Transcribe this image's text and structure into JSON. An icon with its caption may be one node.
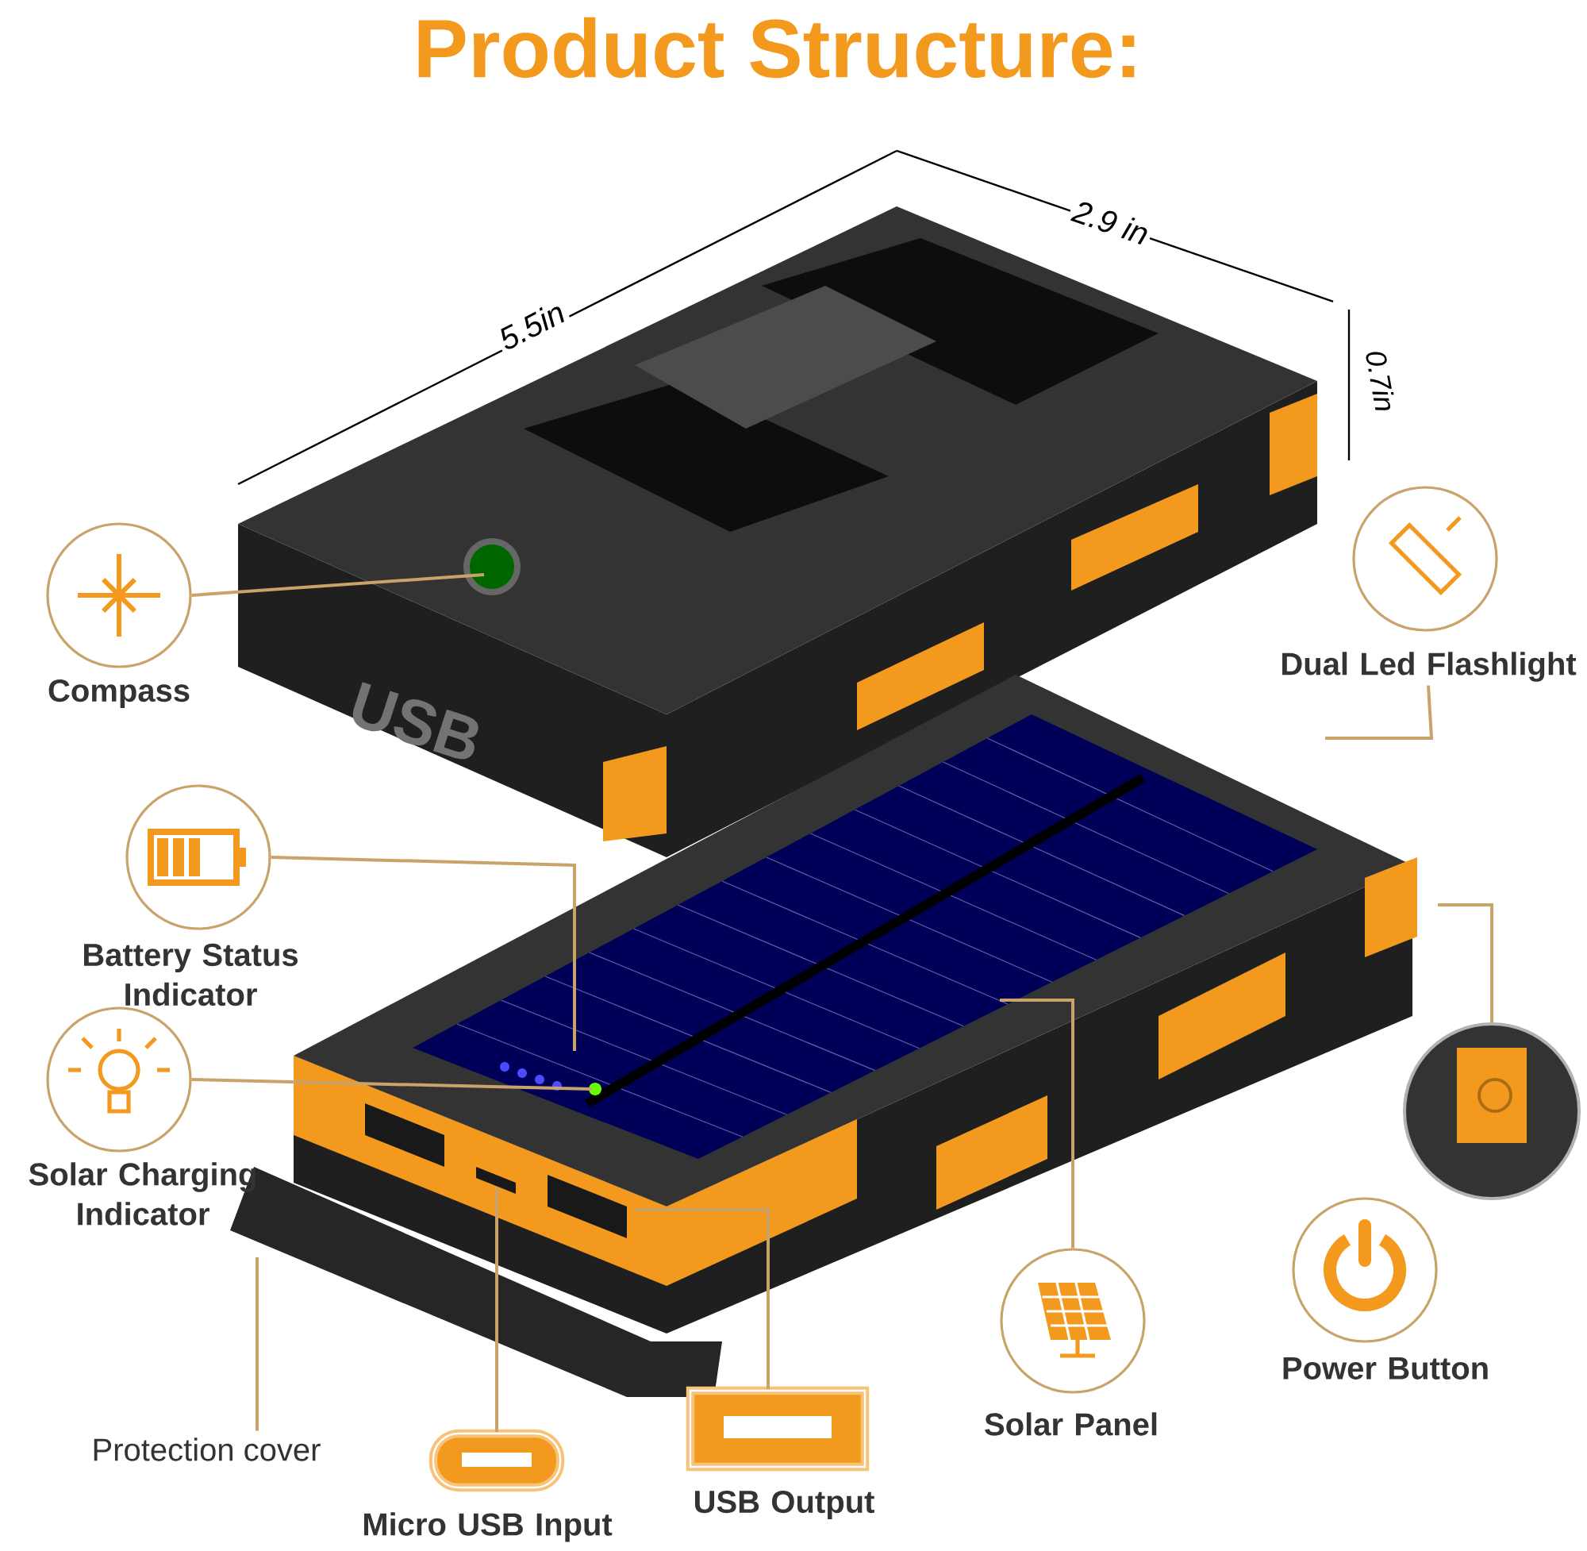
{
  "diagram": {
    "title": "Product Structure:",
    "nodes": [
      {
        "text": [
          "Compass"
        ]
      },
      {
        "text": [
          "Dual Led Flashlight"
        ]
      },
      {
        "text": [
          "Battery Status Indicator"
        ]
      },
      {
        "text": [
          "Solar Charging Indicator"
        ]
      },
      {
        "text": [],
        "shape": "picture"
      },
      {
        "text": [
          "Power Button"
        ]
      },
      {
        "text": [
          "Protection cover"
        ]
      },
      {
        "text": [
          "Micro USB Input"
        ]
      },
      {
        "text": [
          "USB Output"
        ]
      },
      {
        "text": [
          "Solar Panel"
        ]
      }
    ],
    "edges": [
      {
        "from": 0,
        "to": null,
        "arrow": "none"
      },
      {
        "from": 1,
        "to": null,
        "arrow": "none"
      },
      {
        "from": 2,
        "to": null,
        "arrow": "none"
      },
      {
        "from": 3,
        "to": null,
        "arrow": "none"
      },
      {
        "from": 4,
        "to": null,
        "arrow": "none"
      },
      {
        "from": 6,
        "to": null,
        "arrow": "none"
      },
      {
        "from": 7,
        "to": null,
        "arrow": "none"
      },
      {
        "from": 8,
        "to": null,
        "arrow": "none"
      },
      {
        "from": 9,
        "to": null,
        "arrow": "none"
      }
    ],
    "labels": [
      "5.5in",
      "2.9 in",
      "0.7in",
      "USB"
    ]
  }
}
